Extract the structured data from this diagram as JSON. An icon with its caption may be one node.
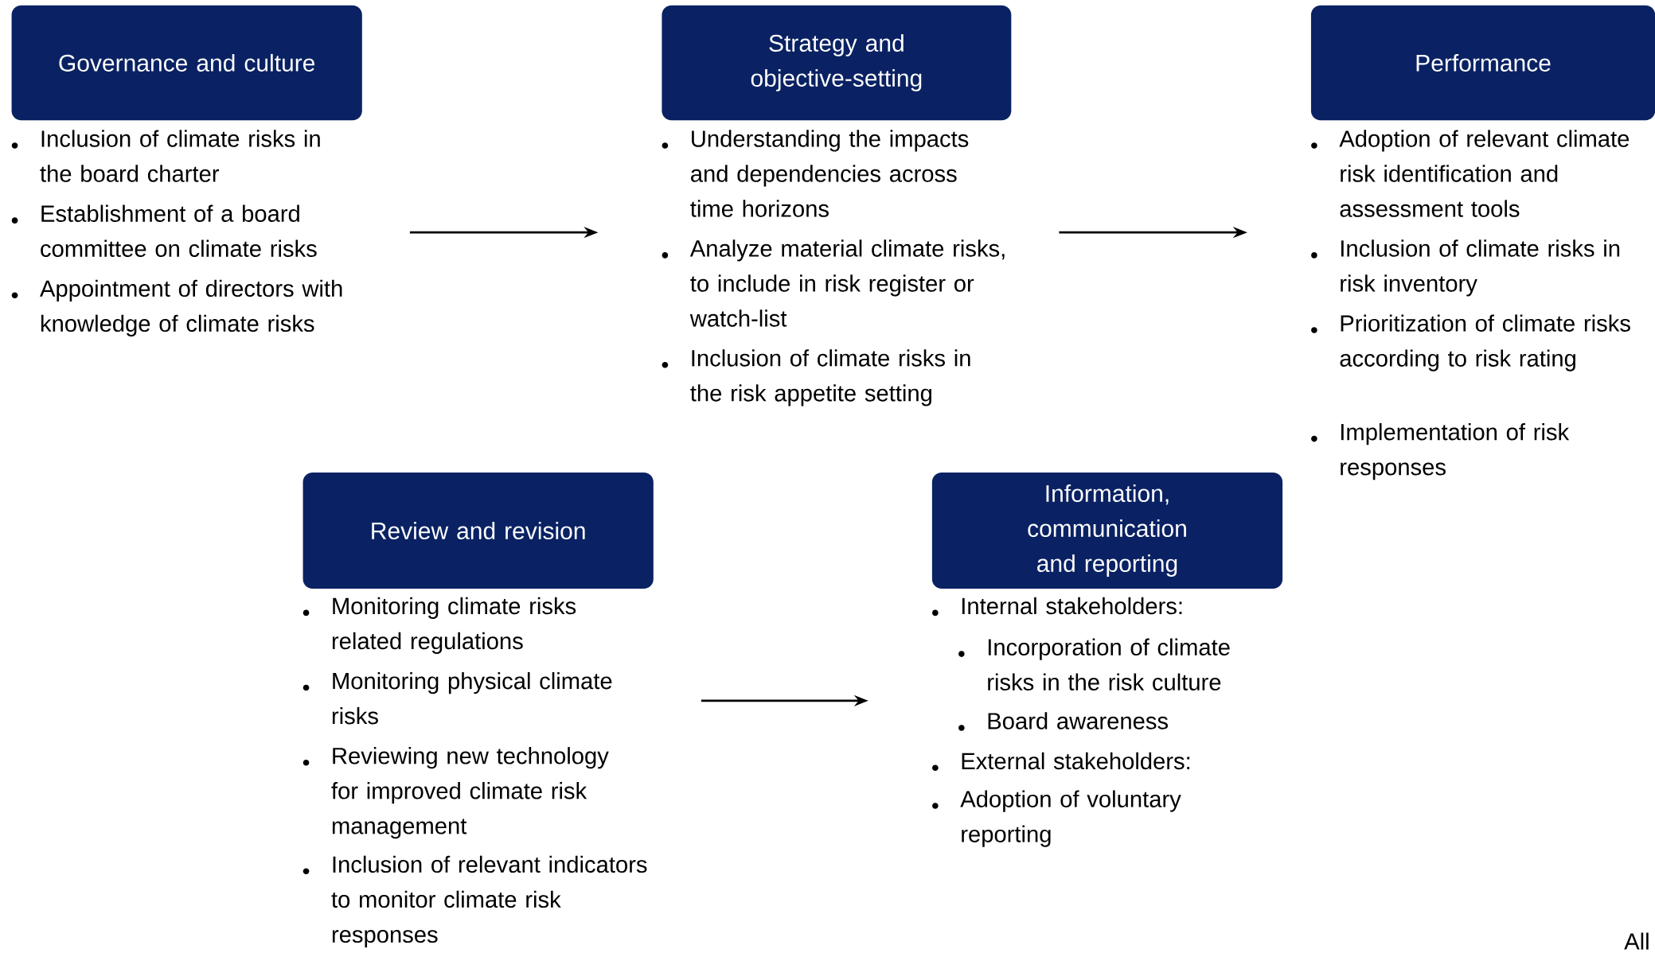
{
  "diagram": {
    "nodes": [
      {
        "text": [
          "Governance and culture"
        ],
        "beside": [
          "Inclusion of climate risks in the board charter",
          "Establishment of a board committee on climate risks",
          "Appointment of directors with knowledge of climate risks"
        ]
      },
      {
        "text": [
          "Strategy and objective-setting"
        ],
        "beside": [
          "Understanding the impacts and dependencies across time horizons",
          "Analyze material climate risks, to include in risk register or watch-list",
          "Inclusion of climate risks in the risk appetite setting"
        ]
      },
      {
        "text": [
          "Performance"
        ],
        "beside": [
          "Adoption of relevant climate risk identification and assessment tools",
          "Inclusion of climate risks in risk inventory",
          "Prioritization of climate risks according to risk rating",
          "Implementation of risk responses"
        ]
      },
      {
        "text": [
          "Review and revision"
        ],
        "beside": [
          "Monitoring climate risks related regulations",
          "Monitoring physical climate risks",
          "Reviewing new technology for improved climate risk management",
          "Inclusion of relevant indicators to monitor climate risk responses"
        ]
      },
      {
        "text": [
          "Information, communication and reporting"
        ],
        "beside": [
          "Internal stakeholders:",
          "Incorporation of climate risks in the risk culture",
          "Board awareness",
          "External stakeholders:",
          "Adoption of voluntary reporting"
        ]
      }
    ],
    "edges": [
      {
        "from": 0,
        "to": 1,
        "arrow": "to"
      },
      {
        "from": 1,
        "to": 2,
        "arrow": "to"
      },
      {
        "from": 3,
        "to": 4,
        "arrow": "to"
      }
    ],
    "labels": [
      "All"
    ]
  }
}
